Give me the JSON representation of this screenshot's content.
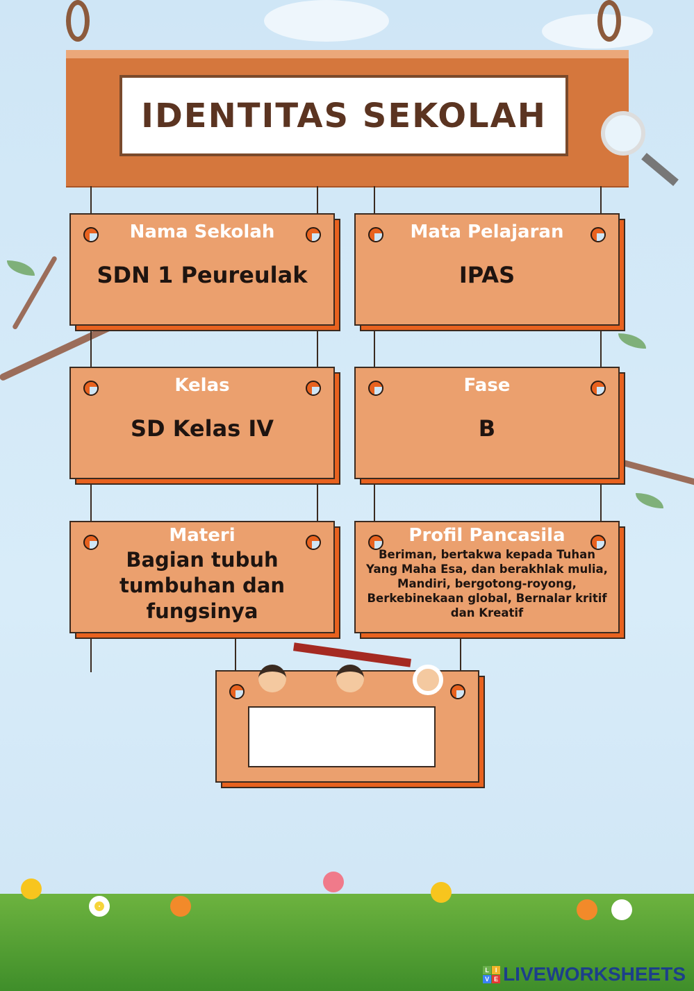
{
  "title": "IDENTITAS SEKOLAH",
  "panels": [
    {
      "label": "Nama Sekolah",
      "value": "SDN 1 Peureulak"
    },
    {
      "label": "Mata Pelajaran",
      "value": "IPAS"
    },
    {
      "label": "Kelas",
      "value": "SD Kelas IV"
    },
    {
      "label": "Fase",
      "value": "B"
    },
    {
      "label": "Materi",
      "value": "Bagian tubuh tumbuhan dan fungsinya"
    },
    {
      "label": "Profil Pancasila",
      "value": "Beriman, bertakwa kepada Tuhan Yang Maha Esa, dan berakhlak mulia, Mandiri, bergotong-royong, Berkebinekaan global, Bernalar kritif dan Kreatif"
    }
  ],
  "watermark": "LIVEWORKSHEETS",
  "watermark_logo": [
    "L",
    "I",
    "V",
    "E"
  ]
}
